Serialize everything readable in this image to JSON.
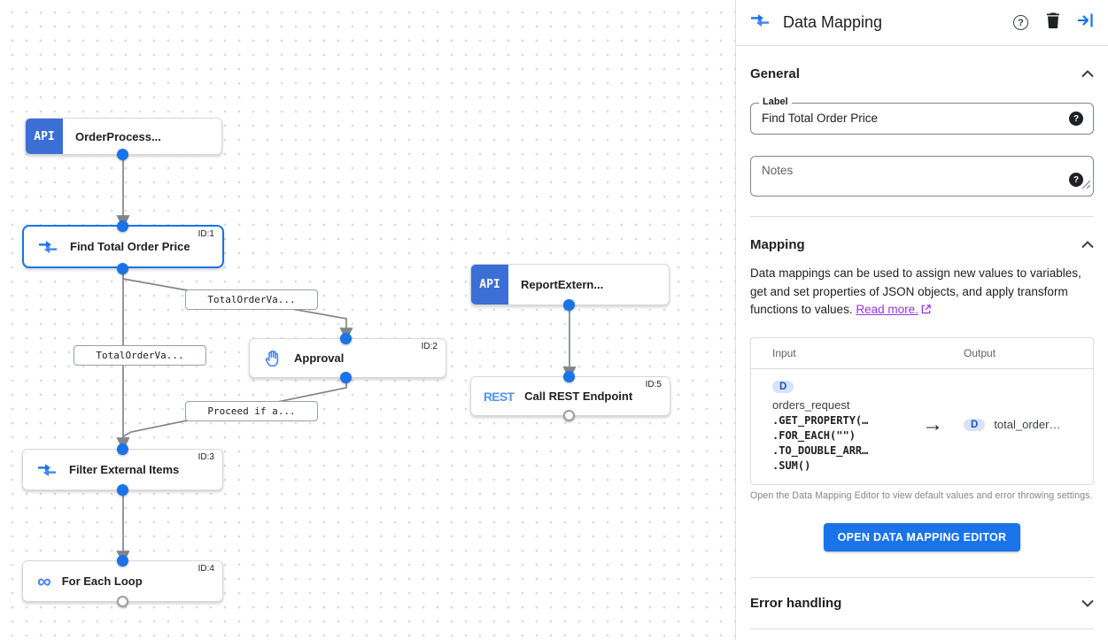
{
  "colors": {
    "accent": "#1a73e8",
    "api_badge": "#3b6fd6",
    "link": "#9334e6",
    "edge": "#80868b"
  },
  "canvas": {
    "nodes": [
      {
        "label": "OrderProcess...",
        "badge": "API",
        "id": ""
      },
      {
        "label": "Find Total Order Price",
        "icon": "data-mapping-icon",
        "id": "ID:1"
      },
      {
        "label": "Approval",
        "icon": "hand-icon",
        "id": "ID:2"
      },
      {
        "label": "ReportExtern...",
        "badge": "API",
        "id": ""
      },
      {
        "label": "Call REST Endpoint",
        "badge": "REST",
        "id": "ID:5"
      },
      {
        "label": "Filter External Items",
        "icon": "data-mapping-icon",
        "id": "ID:3"
      },
      {
        "label": "For Each Loop",
        "icon": "loop-icon",
        "id": "ID:4"
      }
    ],
    "edge_labels": [
      "TotalOrderVa...",
      "TotalOrderVa...",
      "Proceed if a..."
    ]
  },
  "panel": {
    "title": "Data Mapping",
    "help_glyph": "?",
    "general": {
      "heading": "General",
      "label_field": {
        "label": "Label",
        "value": "Find Total Order Price"
      },
      "notes_field": {
        "placeholder": "Notes"
      }
    },
    "mapping": {
      "heading": "Mapping",
      "description": "Data mappings can be used to assign new values to variables, get and set properties of JSON objects, and apply transform functions to values. ",
      "link": "Read more.",
      "table": {
        "input_header": "Input",
        "output_header": "Output",
        "input_badge": "D",
        "input_var": "orders_request",
        "input_code": [
          ".GET_PROPERTY(…",
          ".FOR_EACH(\"\")",
          ".TO_DOUBLE_ARR…",
          ".SUM()"
        ],
        "arrow": "→",
        "output_badge": "D",
        "output_var": "total_order…"
      },
      "caption": "Open the Data Mapping Editor to view default values and error throwing settings.",
      "button": "OPEN DATA MAPPING EDITOR"
    },
    "error_handling": {
      "heading": "Error handling"
    }
  }
}
